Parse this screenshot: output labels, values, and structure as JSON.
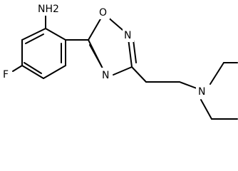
{
  "atoms": {
    "amine": "NH2",
    "fluorine": "F",
    "ring_oxygen": "O",
    "ring_nitrogen_top": "N",
    "ring_nitrogen_bottom": "N",
    "amine_nitrogen": "N"
  }
}
